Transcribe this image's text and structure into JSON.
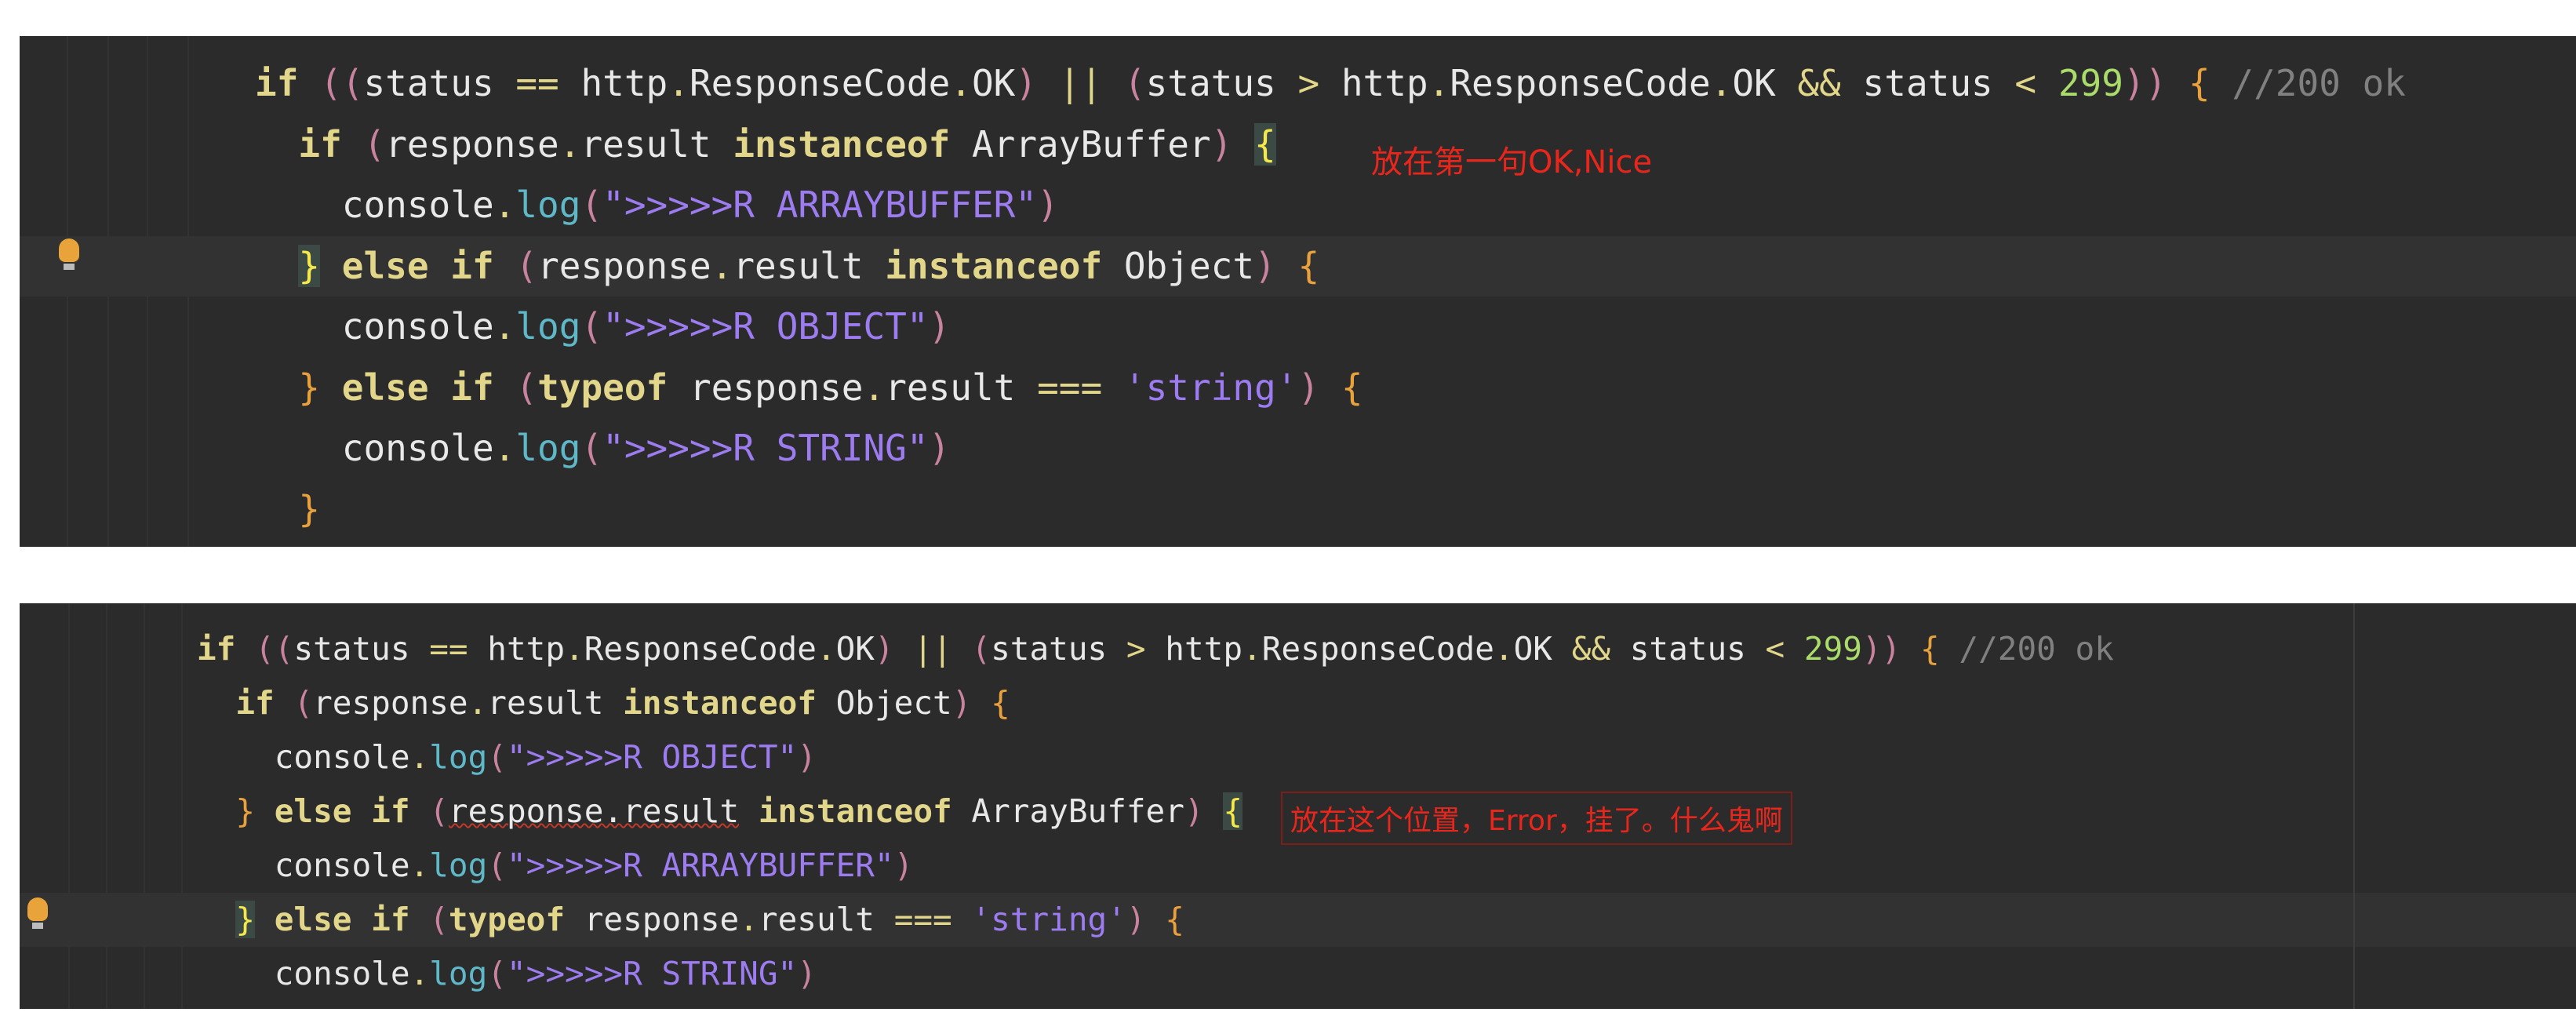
{
  "top": {
    "current_line": 3,
    "note": "放在第一句OK,Nice",
    "lines": [
      [
        [
          "kw",
          "if"
        ],
        [
          "id",
          " "
        ],
        [
          "paren",
          "(("
        ],
        [
          "id",
          "status "
        ],
        [
          "op",
          "=="
        ],
        [
          "id",
          " http"
        ],
        [
          "dot",
          "."
        ],
        [
          "id",
          "ResponseCode"
        ],
        [
          "dot",
          "."
        ],
        [
          "id",
          "OK"
        ],
        [
          "paren",
          ")"
        ],
        [
          "op",
          " || "
        ],
        [
          "paren",
          "("
        ],
        [
          "id",
          "status "
        ],
        [
          "op",
          ">"
        ],
        [
          "id",
          " http"
        ],
        [
          "dot",
          "."
        ],
        [
          "id",
          "ResponseCode"
        ],
        [
          "dot",
          "."
        ],
        [
          "id",
          "OK "
        ],
        [
          "op",
          "&&"
        ],
        [
          "id",
          " status "
        ],
        [
          "op",
          "<"
        ],
        [
          "id",
          " "
        ],
        [
          "num",
          "299"
        ],
        [
          "paren",
          "))"
        ],
        [
          "id",
          " "
        ],
        [
          "brace",
          "{"
        ],
        [
          "id",
          " "
        ],
        [
          "cmt",
          "//200 ok"
        ]
      ],
      [
        [
          "id",
          "  "
        ],
        [
          "kw",
          "if"
        ],
        [
          "id",
          " "
        ],
        [
          "paren",
          "("
        ],
        [
          "id",
          "response"
        ],
        [
          "dot",
          "."
        ],
        [
          "id",
          "result "
        ],
        [
          "kw",
          "instanceof"
        ],
        [
          "id",
          " ArrayBuffer"
        ],
        [
          "paren",
          ")"
        ],
        [
          "id",
          " "
        ],
        [
          "brace-hl",
          "{"
        ]
      ],
      [
        [
          "id",
          "    console"
        ],
        [
          "dot",
          "."
        ],
        [
          "method",
          "log"
        ],
        [
          "paren",
          "("
        ],
        [
          "str",
          "\">>>>>R ARRAYBUFFER\""
        ],
        [
          "paren",
          ")"
        ]
      ],
      [
        [
          "id",
          "  "
        ],
        [
          "brace-hl",
          "}"
        ],
        [
          "id",
          " "
        ],
        [
          "kw",
          "else if"
        ],
        [
          "id",
          " "
        ],
        [
          "paren",
          "("
        ],
        [
          "id",
          "response"
        ],
        [
          "dot",
          "."
        ],
        [
          "id",
          "result "
        ],
        [
          "kw",
          "instanceof"
        ],
        [
          "id",
          " Object"
        ],
        [
          "paren",
          ")"
        ],
        [
          "id",
          " "
        ],
        [
          "brace",
          "{"
        ]
      ],
      [
        [
          "id",
          "    console"
        ],
        [
          "dot",
          "."
        ],
        [
          "method",
          "log"
        ],
        [
          "paren",
          "("
        ],
        [
          "str",
          "\">>>>>R OBJECT\""
        ],
        [
          "paren",
          ")"
        ]
      ],
      [
        [
          "id",
          "  "
        ],
        [
          "brace",
          "}"
        ],
        [
          "id",
          " "
        ],
        [
          "kw",
          "else if"
        ],
        [
          "id",
          " "
        ],
        [
          "paren",
          "("
        ],
        [
          "kw",
          "typeof"
        ],
        [
          "id",
          " response"
        ],
        [
          "dot",
          "."
        ],
        [
          "id",
          "result "
        ],
        [
          "op",
          "==="
        ],
        [
          "id",
          " "
        ],
        [
          "str",
          "'string'"
        ],
        [
          "paren",
          ")"
        ],
        [
          "id",
          " "
        ],
        [
          "brace",
          "{"
        ]
      ],
      [
        [
          "id",
          "    console"
        ],
        [
          "dot",
          "."
        ],
        [
          "method",
          "log"
        ],
        [
          "paren",
          "("
        ],
        [
          "str",
          "\">>>>>R STRING\""
        ],
        [
          "paren",
          ")"
        ]
      ],
      [
        [
          "id",
          "  "
        ],
        [
          "brace",
          "}"
        ]
      ]
    ]
  },
  "bottom": {
    "current_line": 5,
    "note": "放在这个位置，Error，挂了。什么鬼啊",
    "lines": [
      [
        [
          "kw",
          "if"
        ],
        [
          "id",
          " "
        ],
        [
          "paren",
          "(("
        ],
        [
          "id",
          "status "
        ],
        [
          "op",
          "=="
        ],
        [
          "id",
          " http"
        ],
        [
          "dot",
          "."
        ],
        [
          "id",
          "ResponseCode"
        ],
        [
          "dot",
          "."
        ],
        [
          "id",
          "OK"
        ],
        [
          "paren",
          ")"
        ],
        [
          "op",
          " || "
        ],
        [
          "paren",
          "("
        ],
        [
          "id",
          "status "
        ],
        [
          "op",
          ">"
        ],
        [
          "id",
          " http"
        ],
        [
          "dot",
          "."
        ],
        [
          "id",
          "ResponseCode"
        ],
        [
          "dot",
          "."
        ],
        [
          "id",
          "OK "
        ],
        [
          "op",
          "&&"
        ],
        [
          "id",
          " status "
        ],
        [
          "op",
          "<"
        ],
        [
          "id",
          " "
        ],
        [
          "num",
          "299"
        ],
        [
          "paren",
          "))"
        ],
        [
          "id",
          " "
        ],
        [
          "brace",
          "{"
        ],
        [
          "id",
          " "
        ],
        [
          "cmt",
          "//200 ok"
        ]
      ],
      [
        [
          "id",
          "  "
        ],
        [
          "kw",
          "if"
        ],
        [
          "id",
          " "
        ],
        [
          "paren",
          "("
        ],
        [
          "id",
          "response"
        ],
        [
          "dot",
          "."
        ],
        [
          "id",
          "result "
        ],
        [
          "kw",
          "instanceof"
        ],
        [
          "id",
          " Object"
        ],
        [
          "paren",
          ")"
        ],
        [
          "id",
          " "
        ],
        [
          "brace",
          "{"
        ]
      ],
      [
        [
          "id",
          "    console"
        ],
        [
          "dot",
          "."
        ],
        [
          "method",
          "log"
        ],
        [
          "paren",
          "("
        ],
        [
          "str",
          "\">>>>>R OBJECT\""
        ],
        [
          "paren",
          ")"
        ]
      ],
      [
        [
          "id",
          "  "
        ],
        [
          "brace",
          "}"
        ],
        [
          "id",
          " "
        ],
        [
          "kw",
          "else if"
        ],
        [
          "id",
          " "
        ],
        [
          "paren",
          "("
        ],
        [
          "err",
          "response.result"
        ],
        [
          "id",
          " "
        ],
        [
          "kw",
          "instanceof"
        ],
        [
          "id",
          " ArrayBuffer"
        ],
        [
          "paren",
          ")"
        ],
        [
          "id",
          " "
        ],
        [
          "brace-hl",
          "{"
        ]
      ],
      [
        [
          "id",
          "    console"
        ],
        [
          "dot",
          "."
        ],
        [
          "method",
          "log"
        ],
        [
          "paren",
          "("
        ],
        [
          "str",
          "\">>>>>R ARRAYBUFFER\""
        ],
        [
          "paren",
          ")"
        ]
      ],
      [
        [
          "id",
          "  "
        ],
        [
          "brace-hl",
          "}"
        ],
        [
          "id",
          " "
        ],
        [
          "kw",
          "else if"
        ],
        [
          "id",
          " "
        ],
        [
          "paren",
          "("
        ],
        [
          "kw",
          "typeof"
        ],
        [
          "id",
          " response"
        ],
        [
          "dot",
          "."
        ],
        [
          "id",
          "result "
        ],
        [
          "op",
          "==="
        ],
        [
          "id",
          " "
        ],
        [
          "str",
          "'string'"
        ],
        [
          "paren",
          ")"
        ],
        [
          "id",
          " "
        ],
        [
          "brace",
          "{"
        ]
      ],
      [
        [
          "id",
          "    console"
        ],
        [
          "dot",
          "."
        ],
        [
          "method",
          "log"
        ],
        [
          "paren",
          "("
        ],
        [
          "str",
          "\">>>>>R STRING\""
        ],
        [
          "paren",
          ")"
        ]
      ]
    ]
  },
  "colors": {
    "background": "#2b2b2b",
    "annotation": "#e8261c",
    "bulb": "#e8a43a"
  },
  "icons": {
    "bulb": "lightbulb-intention-icon"
  }
}
